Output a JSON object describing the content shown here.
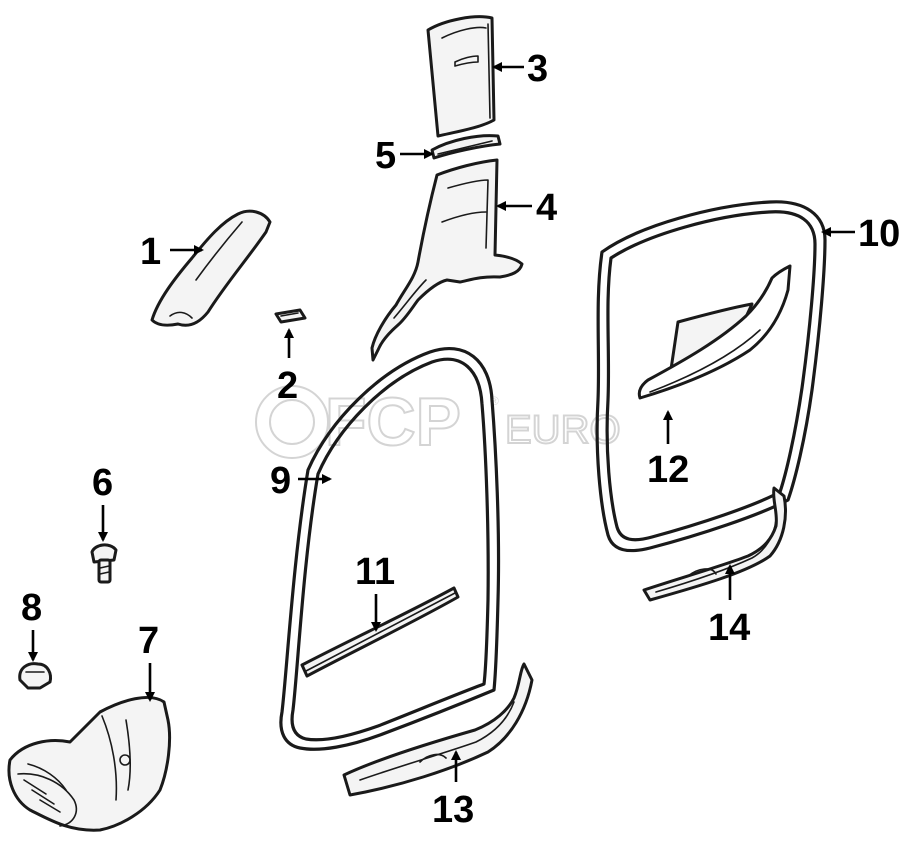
{
  "watermark": {
    "brand": "FCP",
    "suffix": "EURO",
    "mark": "®"
  },
  "callouts": [
    {
      "id": "1",
      "label": "1"
    },
    {
      "id": "2",
      "label": "2"
    },
    {
      "id": "3",
      "label": "3"
    },
    {
      "id": "4",
      "label": "4"
    },
    {
      "id": "5",
      "label": "5"
    },
    {
      "id": "6",
      "label": "6"
    },
    {
      "id": "7",
      "label": "7"
    },
    {
      "id": "8",
      "label": "8"
    },
    {
      "id": "9",
      "label": "9"
    },
    {
      "id": "10",
      "label": "10"
    },
    {
      "id": "11",
      "label": "11"
    },
    {
      "id": "12",
      "label": "12"
    },
    {
      "id": "13",
      "label": "13"
    },
    {
      "id": "14",
      "label": "14"
    }
  ]
}
